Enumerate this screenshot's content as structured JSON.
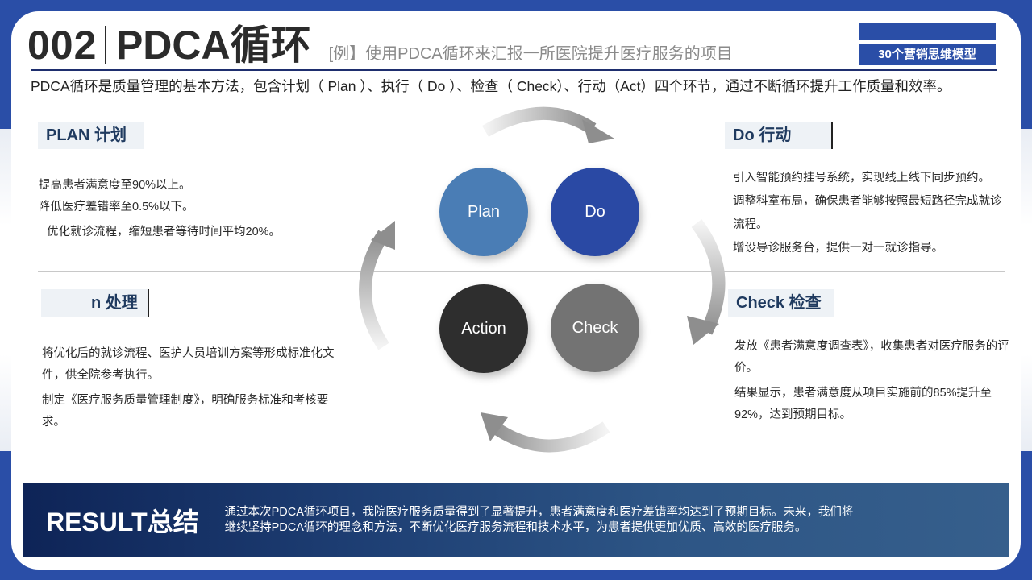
{
  "header": {
    "number": "002",
    "title": "PDCA循环",
    "subtitle": "[例】使用PDCA循环来汇报一所医院提升医疗服务的项目",
    "badge": "30个营销思维模型"
  },
  "intro": "PDCA循环是质量管理的基本方法，包含计划（ Plan ）、执行（ Do ）、检查（ Check）、行动（Act）四个环节，通过不断循环提升工作质量和效率。",
  "diagram": {
    "circles": [
      {
        "label": "Plan",
        "color": "#4a7db5"
      },
      {
        "label": "Do",
        "color": "#2a49a4"
      },
      {
        "label": "Action",
        "color": "#2e2e2e"
      },
      {
        "label": "Check",
        "color": "#737373"
      }
    ]
  },
  "sections": {
    "plan": {
      "heading": "PLAN 计划",
      "items": [
        "提高患者满意度至90%以上。",
        "降低医疗差错率至0.5%以下。",
        "优化就诊流程，缩短患者等待时间平均20%。"
      ]
    },
    "do": {
      "heading": "Do 行动",
      "items": [
        "引入智能预约挂号系统，实现线上线下同步预约。",
        "调整科室布局，确保患者能够按照最短路径完成就诊流程。",
        "增设导诊服务台，提供一对一就诊指导。"
      ]
    },
    "action": {
      "heading": "n 处理",
      "items": [
        "将优化后的就诊流程、医护人员培训方案等形成标准化文件，供全院参考执行。",
        "制定《医疗服务质量管理制度》，明确服务标准和考核要求。"
      ]
    },
    "check": {
      "heading": "Check 检查",
      "items": [
        "发放《患者满意度调查表》，收集患者对医疗服务的评价。",
        "结果显示，患者满意度从项目实施前的85%提升至92%，达到预期目标。"
      ]
    }
  },
  "result": {
    "title": "RESULT总结",
    "lines": [
      "通过本次PDCA循环项目，我院医疗服务质量得到了显著提升，患者满意度和医疗差错率均达到了预期目标。未来，我们将",
      "继续坚持PDCA循环的理念和方法，不断优化医疗服务流程和技术水平，为患者提供更加优质、高效的医疗服务。"
    ]
  }
}
